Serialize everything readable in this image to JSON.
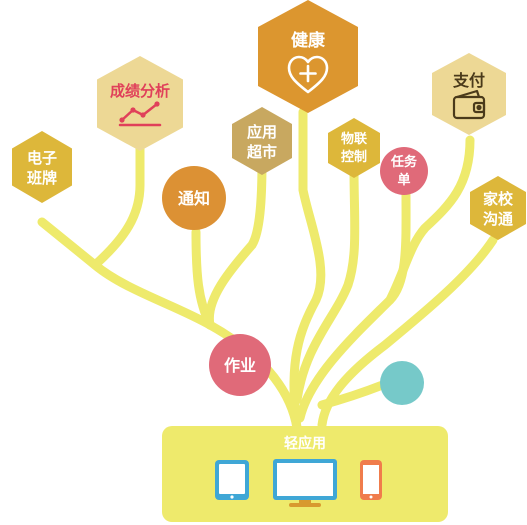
{
  "colors": {
    "branch": "#EEEA6C",
    "base": "#EEEA6C",
    "hex_yellow": "#DDB73A",
    "hex_beige": "#EDD895",
    "hex_orange": "#DC962F",
    "hex_tan": "#C8A860",
    "hex_gold": "#DDB73A",
    "circle_orange": "#DC9134",
    "circle_pink": "#E06A79",
    "circle_teal": "#76C9C9",
    "text_white": "#FFFFFF",
    "text_dark": "#4A3A1A",
    "text_pink": "#E0405A"
  },
  "nodes": {
    "ebanpai": {
      "line1": "电子",
      "line2": "班牌"
    },
    "chengji": {
      "label": "成绩分析",
      "icon": "trend-chart-icon"
    },
    "tongzhi": {
      "label": "通知"
    },
    "yingyong": {
      "line1": "应用",
      "line2": "超市"
    },
    "jiankang": {
      "label": "健康",
      "icon": "heart-plus-icon"
    },
    "wulian": {
      "line1": "物联",
      "line2": "控制"
    },
    "renwu": {
      "line1": "任务",
      "line2": "单"
    },
    "zhifu": {
      "label": "支付",
      "icon": "wallet-icon"
    },
    "jiaxiao": {
      "line1": "家校",
      "line2": "沟通"
    },
    "zuoye": {
      "label": "作业"
    }
  },
  "base": {
    "title": "轻应用",
    "devices": [
      "tablet-icon",
      "monitor-icon",
      "phone-icon"
    ]
  }
}
